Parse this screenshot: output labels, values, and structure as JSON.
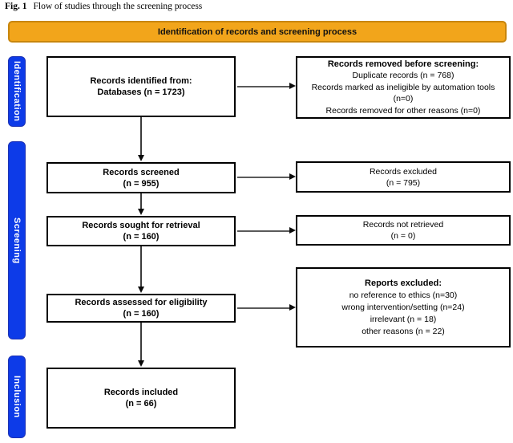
{
  "caption": {
    "fig_label": "Fig. 1",
    "title": "Flow of studies through the screening process"
  },
  "banner": {
    "label": "Identification of records and screening process"
  },
  "sidebar": {
    "identification": "Identification",
    "screening": "Screening",
    "inclusion": "Inclusion"
  },
  "flow": {
    "identified": {
      "l1": "Records identified from:",
      "l2": "Databases (n = 1723)"
    },
    "removed": {
      "title": "Records removed before screening:",
      "l1": "Duplicate records (n = 768)",
      "l2": "Records marked as ineligible by automation tools",
      "l3": "(n=0)",
      "l4": "Records removed for other reasons (n=0)"
    },
    "screened": {
      "l1": "Records screened",
      "l2": "(n = 955)"
    },
    "excluded": {
      "l1": "Records excluded",
      "l2": "(n = 795)"
    },
    "sought": {
      "l1": "Records sought for retrieval",
      "l2": "(n = 160)"
    },
    "not_retrieved": {
      "l1": "Records not retrieved",
      "l2": "(n = 0)"
    },
    "assessed": {
      "l1": "Records assessed for eligibility",
      "l2": "(n = 160)"
    },
    "reports_excluded": {
      "title": "Reports excluded:",
      "l1": "no reference to ethics (n=30)",
      "l2": "wrong intervention/setting (n=24)",
      "l3": "irrelevant (n = 18)",
      "l4": "other reasons (n = 22)"
    },
    "included": {
      "l1": "Records included",
      "l2": "(n = 66)"
    }
  },
  "colors": {
    "banner_fill": "#F2A51B",
    "banner_border": "#C8860D",
    "stage_fill": "#0D3BE8",
    "stage_border": "#1E33B4",
    "box_border": "#000000",
    "arrow_line": "#5A5A5A",
    "arrow_head": "#0A0A0A"
  }
}
